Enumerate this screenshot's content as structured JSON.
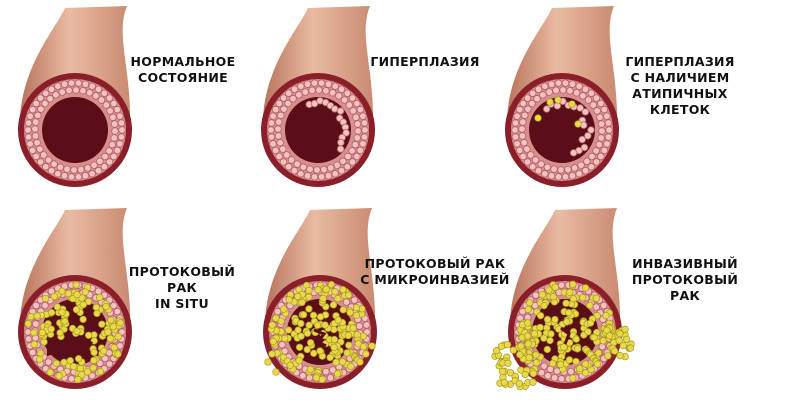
{
  "panels": [
    {
      "id": "normal",
      "lines": [
        "НОРМАЛЬНОЕ",
        "СОСТОЯНИЕ"
      ]
    },
    {
      "id": "hyperplasia",
      "lines": [
        "ГИПЕРПЛАЗИЯ"
      ]
    },
    {
      "id": "atypical-hyperplasia",
      "lines": [
        "ГИПЕРПЛАЗИЯ",
        "С НАЛИЧИЕМ",
        "АТИПИЧНЫХ",
        "КЛЕТОК"
      ]
    },
    {
      "id": "dcis",
      "lines": [
        "ПРОТОКОВЫЙ РАК",
        "IN SITU"
      ]
    },
    {
      "id": "microinvasion",
      "lines": [
        "ПРОТОКОВЫЙ РАК",
        "С МИКРОИНВАЗИЕЙ"
      ]
    },
    {
      "id": "invasive",
      "lines": [
        "ИНВАЗИВНЫЙ",
        "ПРОТОКОВЫЙ РАК"
      ]
    }
  ],
  "colors": {
    "tube": "#d9a48a",
    "wall": "#8a1f2a",
    "cells": "#f2c4bf",
    "lumen": "#5a0f18",
    "atypical": "#e8d84a"
  }
}
